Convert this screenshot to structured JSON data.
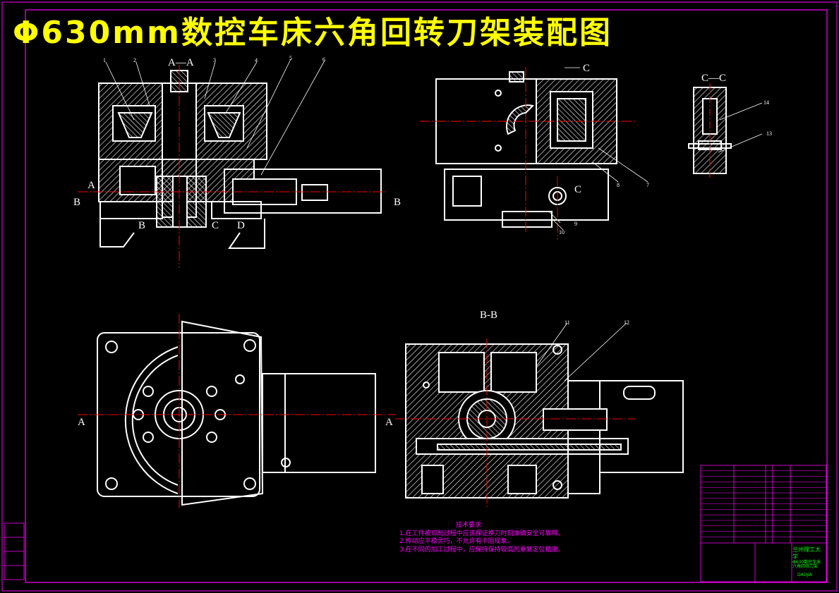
{
  "title": "Φ630mm数控车床六角回转刀架装配图",
  "section_labels": {
    "aa": "A—A",
    "cc": "C—C",
    "bb": "B-B",
    "arrow_c": "C",
    "a_left": "A",
    "b_left": "B",
    "b_right": "B",
    "b_bottom": "B",
    "c_bottom": "C",
    "d_bottom": "D",
    "c_mid": "C",
    "a_bottom_left": "A",
    "a_bottom_right": "A"
  },
  "part_numbers": [
    "1",
    "2",
    "3",
    "4",
    "5",
    "6",
    "7",
    "8",
    "9",
    "10",
    "11",
    "12",
    "13",
    "14"
  ],
  "tech_requirements": {
    "heading": "技术要求",
    "items": [
      "1.在工件被切削过程中应该保证换刀时刻准确安全可靠啊。",
      "2.传动应平稳灵巧，不允许有卡阻现象。",
      "3.在不同的加工过程中，应保持保持较高的重复定位精度。"
    ]
  },
  "title_block": {
    "institution": "兰州理工大学",
    "drawing_name": "Φ630数控车床六角回转刀架",
    "code": "DAOJIA"
  },
  "colors": {
    "background": "#000000",
    "lines": "#ffffff",
    "centerline": "#ff0000",
    "border": "#ff00ff",
    "title": "#ffff00",
    "note_text": "#ff00ff",
    "table_text": "#00ff00"
  }
}
